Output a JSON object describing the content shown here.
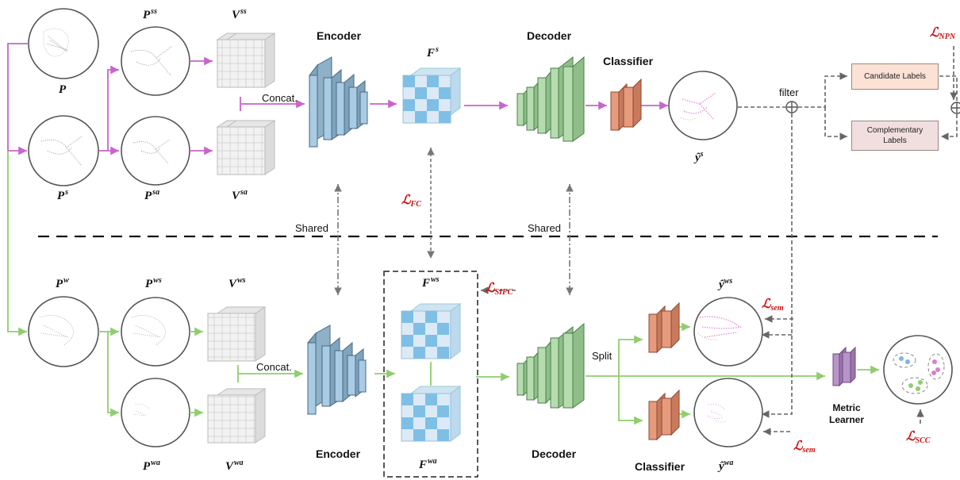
{
  "labels": {
    "P": {
      "base": "P",
      "sup": ""
    },
    "Pss": {
      "base": "P",
      "sup": "ss"
    },
    "Vss": {
      "base": "V",
      "sup": "ss"
    },
    "Ps": {
      "base": "P",
      "sup": "s"
    },
    "Psa": {
      "base": "P",
      "sup": "sa"
    },
    "Vsa": {
      "base": "V",
      "sup": "sa"
    },
    "Fs": {
      "base": "F",
      "sup": "s"
    },
    "ys": {
      "base": "ŷ",
      "sup": "s"
    },
    "Pw": {
      "base": "P",
      "sup": "w"
    },
    "Pws": {
      "base": "P",
      "sup": "ws"
    },
    "Vws": {
      "base": "V",
      "sup": "ws"
    },
    "Pwa": {
      "base": "P",
      "sup": "wa"
    },
    "Vwa": {
      "base": "V",
      "sup": "wa"
    },
    "Fws": {
      "base": "F",
      "sup": "ws"
    },
    "Fwa": {
      "base": "F",
      "sup": "wa"
    },
    "yws": {
      "base": "ŷ",
      "sup": "ws"
    },
    "ywa": {
      "base": "ŷ",
      "sup": "wa"
    }
  },
  "headers": {
    "encoder_top": "Encoder",
    "decoder_top": "Decoder",
    "classifier_top": "Classifier",
    "encoder_bottom": "Encoder",
    "decoder_bottom": "Decoder",
    "classifier_bottom": "Classifier",
    "metric_learner_line1": "Metric",
    "metric_learner_line2": "Learner"
  },
  "text": {
    "concat_top": "Concat.",
    "concat_bottom": "Concat.",
    "shared_left": "Shared",
    "shared_right": "Shared",
    "filter": "filter",
    "split": "Split"
  },
  "losses": {
    "npn": {
      "base": "ℒ",
      "sub": "NPN"
    },
    "fc": {
      "base": "ℒ",
      "sub": "FC"
    },
    "sifc": {
      "base": "ℒ",
      "sub": "SIFC"
    },
    "sem_top": {
      "base": "ℒ",
      "sub": "sem"
    },
    "sem_bottom": {
      "base": "ℒ",
      "sub": "sem"
    },
    "scc": {
      "base": "ℒ",
      "sub": "SCC"
    }
  },
  "boxes": {
    "candidate": "Candidate Labels",
    "complementary_line1": "Complementary",
    "complementary_line2": "Labels"
  },
  "colors": {
    "pink": "#c765c9",
    "green": "#8fce6e",
    "encoder": "#a9cbe3",
    "decoder": "#b5dcaf",
    "classifier": "#e59b7c",
    "metric": "#b894c9",
    "candidate_box": "#fbe2d5",
    "complementary_box": "#f1dfe0"
  }
}
